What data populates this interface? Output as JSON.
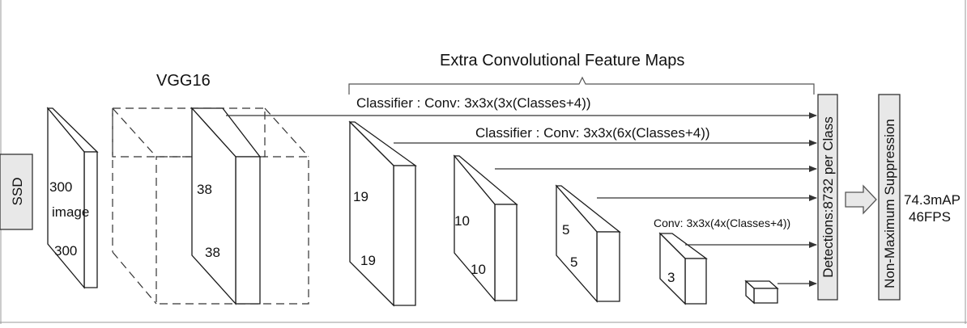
{
  "diagram": {
    "ssd_label": "SSD",
    "vgg_label": "VGG16",
    "extra_title": "Extra Convolutional Feature Maps",
    "input": {
      "size_top": "300",
      "word": "image",
      "size_bottom": "300"
    },
    "vgg_map": {
      "size_top": "38",
      "size_bottom": "38"
    },
    "maps": [
      {
        "size_top": "19",
        "size_bottom": "19"
      },
      {
        "size_top": "10",
        "size_bottom": "10"
      },
      {
        "size_top": "5",
        "size_bottom": "5"
      },
      {
        "size_top": "3"
      }
    ],
    "classifier_1": "Classifier : Conv: 3x3x(3x(Classes+4))",
    "classifier_2": "Classifier : Conv: 3x3x(6x(Classes+4))",
    "classifier_3": "Conv: 3x3x(4x(Classes+4))",
    "detections_label": "Detections:8732  per Class",
    "nms_label": "Non-Maximum Suppression",
    "result_map": "74.3mAP",
    "result_fps": "46FPS"
  }
}
